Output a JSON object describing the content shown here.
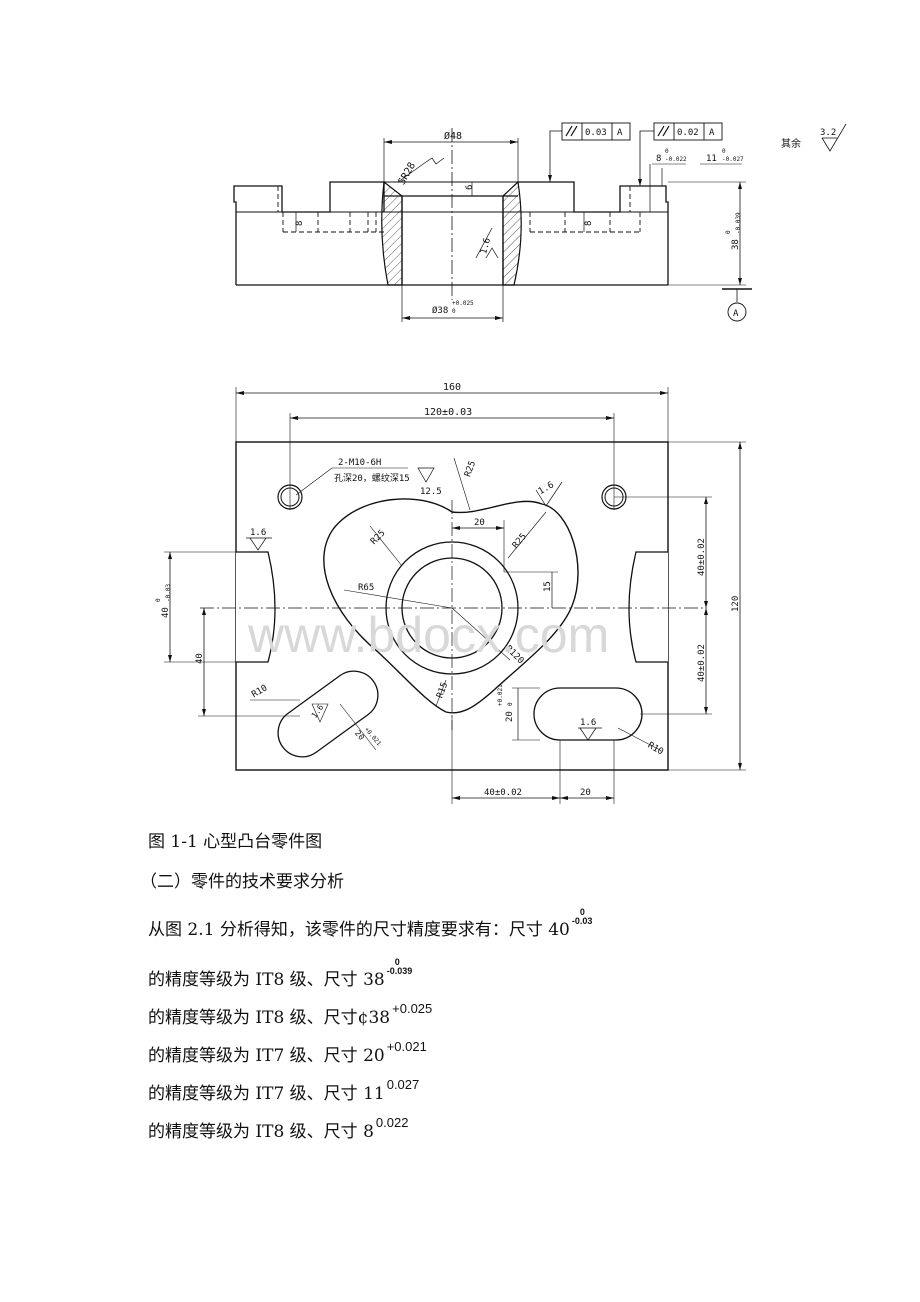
{
  "drawing": {
    "top_view": {
      "dia48": "Ø48",
      "sr28": "SR28",
      "depth6": "6",
      "depth8_left": "8",
      "depth8_right": "8",
      "ra16_bore": "1.6",
      "dia38": "Ø38",
      "dia38_tol_upper": "+0.025",
      "dia38_tol_lower": "0",
      "fcf1_tol": "0.03",
      "fcf1_datum": "A",
      "fcf2_tol": "0.02",
      "fcf2_datum": "A",
      "dim8": "8",
      "dim8_upper": "0",
      "dim8_lower": "-0.022",
      "dim11": "11",
      "dim11_upper": "0",
      "dim11_lower": "-0.027",
      "dim38": "38",
      "dim38_upper": "0",
      "dim38_lower": "-0.039",
      "datum_a": "A",
      "other_label": "其余",
      "other_ra": "3.2"
    },
    "plan_view": {
      "dim160": "160",
      "dim120_tol": "120±0.03",
      "thread_note1": "2-M10-6H",
      "thread_note2": "孔深20，螺纹深15",
      "ra125": "12.5",
      "r25_top": "R25",
      "ra16_a": "1.6",
      "dim20": "20",
      "r25_left": "R25",
      "r25_right": "R25",
      "ra16_b": "1.6",
      "dim15": "15",
      "r65": "R65",
      "r120": "R120",
      "dim40_left": "40",
      "dim40_left_upper": "0",
      "dim40_left_lower": "-0.03",
      "dim40": "40",
      "dim40_right_a": "40±0.02",
      "dim40_right_b": "40±0.02",
      "dim120": "120",
      "r10_left": "R10",
      "ra16_c": "1.6",
      "dim20_slot": "20",
      "dim20_slot_tol": "+0.021",
      "r15": "R15",
      "dim20_slot2": "20",
      "dim20_slot2_upper": "+0.021",
      "dim20_slot2_lower": "0",
      "ra16_d": "1.6",
      "r10_right": "R10",
      "dim40_bottom": "40±0.02",
      "dim20_bottom": "20"
    },
    "watermark": "www.bdocx.com"
  },
  "text": {
    "caption": "图 1-1 心型凸台零件图",
    "heading": "（二）零件的技术要求分析",
    "line1_pre": "从图 2.1 分析得知，该零件的尺寸精度要求有：尺寸 40",
    "line1_up": "0",
    "line1_low": "-0.03",
    "line2_pre": "的精度等级为 IT8 级、尺寸 38",
    "line2_up": "0",
    "line2_low": "-0.039",
    "line3_pre": "的精度等级为 IT8 级、尺寸¢38",
    "line3_tol": "+0.025",
    "line4_pre": "的精度等级为 IT7 级、尺寸 20",
    "line4_tol": "+0.021",
    "line5_pre": "的精度等级为 IT7 级、尺寸 11",
    "line5_tol": "0.027",
    "line6_pre": "的精度等级为 IT8 级、尺寸 8",
    "line6_tol": "0.022"
  }
}
